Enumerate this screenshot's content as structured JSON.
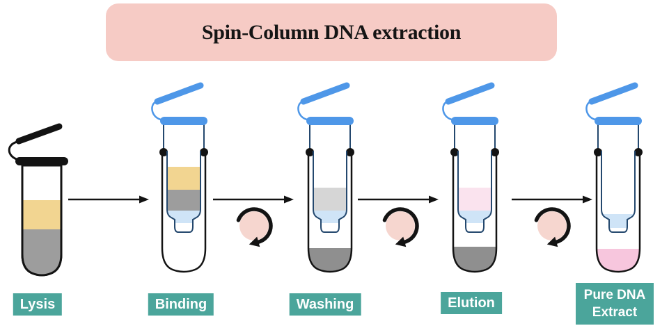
{
  "title": "Spin-Column DNA extraction",
  "stages": [
    {
      "id": "lysis",
      "label": "Lysis"
    },
    {
      "id": "binding",
      "label": "Binding"
    },
    {
      "id": "washing",
      "label": "Washing"
    },
    {
      "id": "elution",
      "label": "Elution"
    },
    {
      "id": "pure-dna",
      "label": "Pure DNA Extract"
    }
  ],
  "icons": {
    "flow_arrow": "right-arrow",
    "spin": "circular-clockwise-arrow"
  },
  "colors": {
    "banner_bg": "#f6cbc5",
    "title_text": "#151515",
    "label_bg": "#4ba59b",
    "label_text": "#ffffff",
    "cap_blue": "#4e97e8",
    "column_outline": "#24486e",
    "tube_outline": "#131313",
    "lysate_yellow": "#f2d591",
    "debris_gray": "#9d9d9d",
    "wash_buffer_gray": "#d6d6d6",
    "waste_gray": "#8f8f8f",
    "column_tip_blue": "#cfe4f7",
    "elution_buffer_pink": "#fae3ee",
    "dna_extract_pink": "#f7c6dd",
    "spin_arrow_fill": "#f6d6cf",
    "arrow_color": "#131313"
  }
}
